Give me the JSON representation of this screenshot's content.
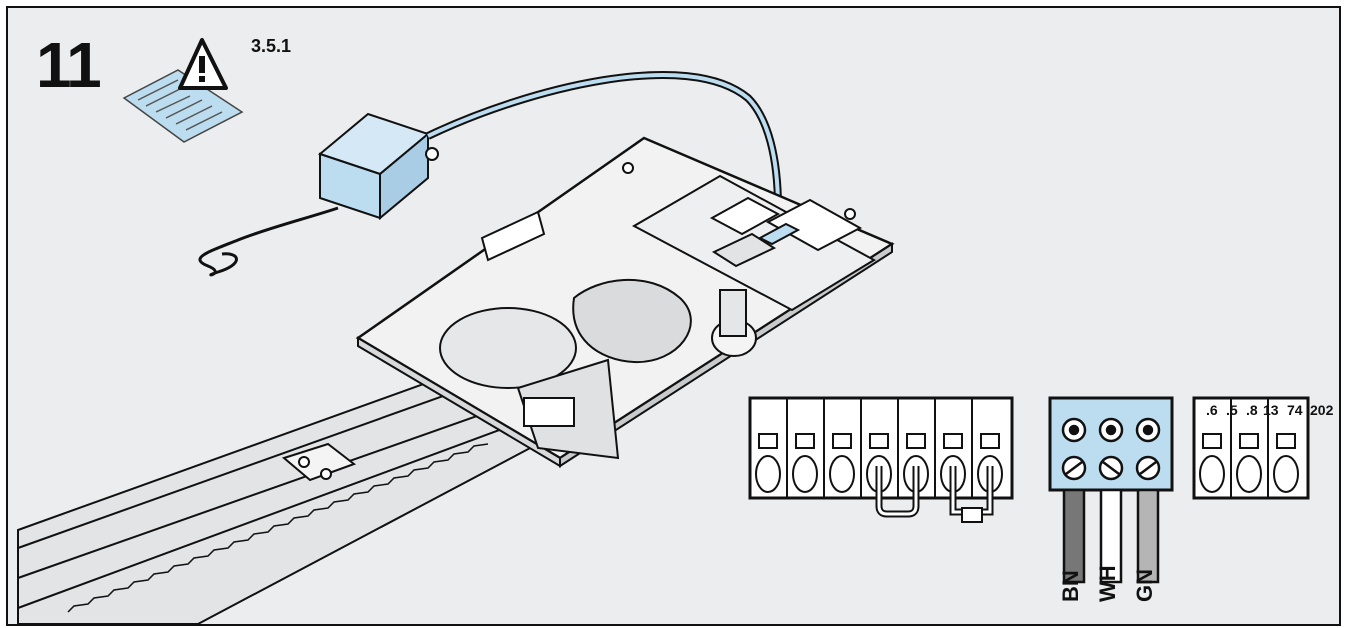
{
  "step": {
    "number": "11",
    "section_reference": "3.5.1"
  },
  "icons": {
    "manual": "manual-warning-icon"
  },
  "terminal_block_right": {
    "labels": [
      ".6",
      ".5",
      ".8",
      "13",
      "74",
      "202"
    ]
  },
  "wire_labels": [
    "BN",
    "WH",
    "GN"
  ],
  "colors": {
    "background": "#ecedee",
    "accent_blue": "#bcdcef",
    "line": "#111111"
  }
}
